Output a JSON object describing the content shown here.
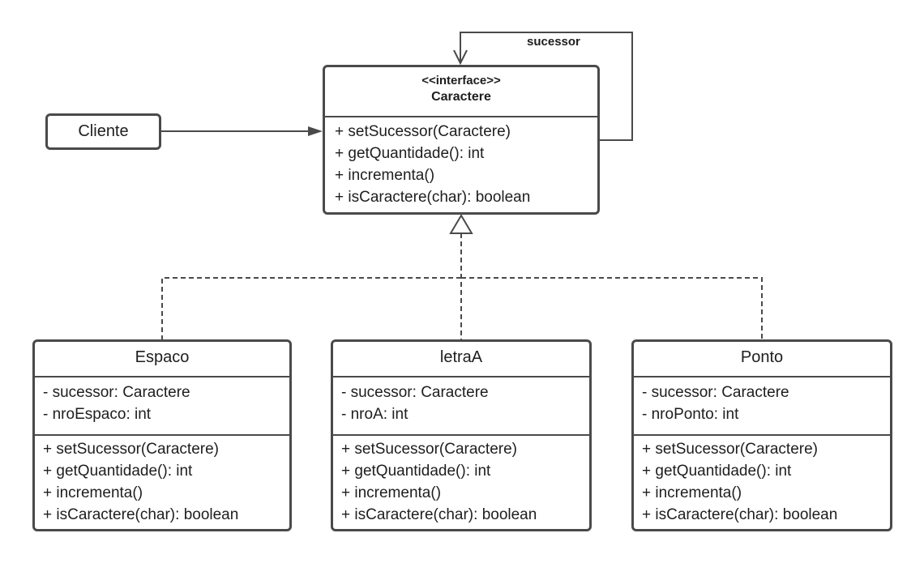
{
  "interface": {
    "stereotype": "<<interface>>",
    "name": "Caractere",
    "methods": [
      "+ setSucessor(Caractere)",
      "+ getQuantidade(): int",
      "+ incrementa()",
      "+ isCaractere(char): boolean"
    ]
  },
  "client": {
    "name": "Cliente"
  },
  "self_association": {
    "label": "sucessor"
  },
  "classes": [
    {
      "name": "Espaco",
      "attributes": [
        "- sucessor: Caractere",
        "- nroEspaco: int"
      ],
      "methods": [
        "+ setSucessor(Caractere)",
        "+ getQuantidade(): int",
        "+ incrementa()",
        "+ isCaractere(char): boolean"
      ]
    },
    {
      "name": "letraA",
      "attributes": [
        "- sucessor: Caractere",
        "- nroA: int"
      ],
      "methods": [
        "+ setSucessor(Caractere)",
        "+ getQuantidade(): int",
        "+ incrementa()",
        "+ isCaractere(char): boolean"
      ]
    },
    {
      "name": "Ponto",
      "attributes": [
        "- sucessor: Caractere",
        "- nroPonto: int"
      ],
      "methods": [
        "+ setSucessor(Caractere)",
        "+ getQuantidade(): int",
        "+ incrementa()",
        "+ isCaractere(char): boolean"
      ]
    }
  ]
}
